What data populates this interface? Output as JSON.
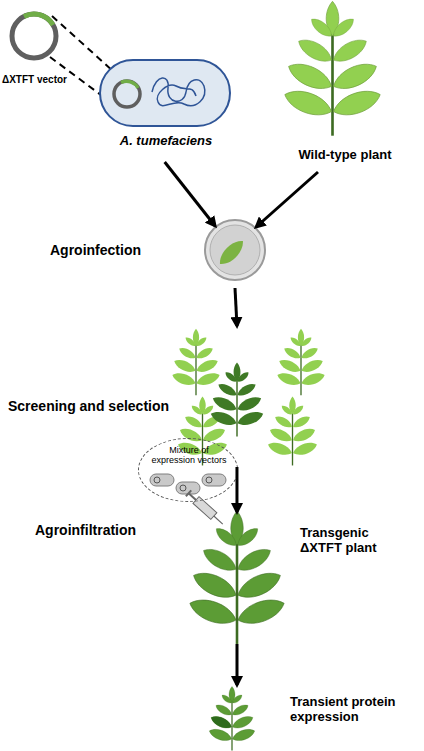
{
  "diagram": {
    "nodes": [
      {
        "text": [
          "A. tumefaciens"
        ]
      },
      {
        "text": [
          "Wild-type plant"
        ]
      },
      {
        "text": [
          "Agroinfection"
        ]
      },
      {
        "text": [
          "Screening and selection"
        ]
      },
      {
        "text": [
          "Mixture of expression vectors"
        ]
      },
      {
        "text": [
          "Transgenic ΔXTFT plant"
        ]
      },
      {
        "text": [
          "Transient protein expression"
        ]
      }
    ],
    "edges": [
      {
        "from": 0,
        "to": 2,
        "arrow": "to"
      },
      {
        "from": 1,
        "to": 2,
        "arrow": "to"
      },
      {
        "from": 2,
        "to": 3,
        "arrow": "to"
      },
      {
        "from": 3,
        "to": 5,
        "arrow": "to"
      },
      {
        "from": 5,
        "to": 6,
        "arrow": "to"
      }
    ],
    "labels": [
      "ΔXTFT vector",
      "Agroinfiltration"
    ]
  }
}
